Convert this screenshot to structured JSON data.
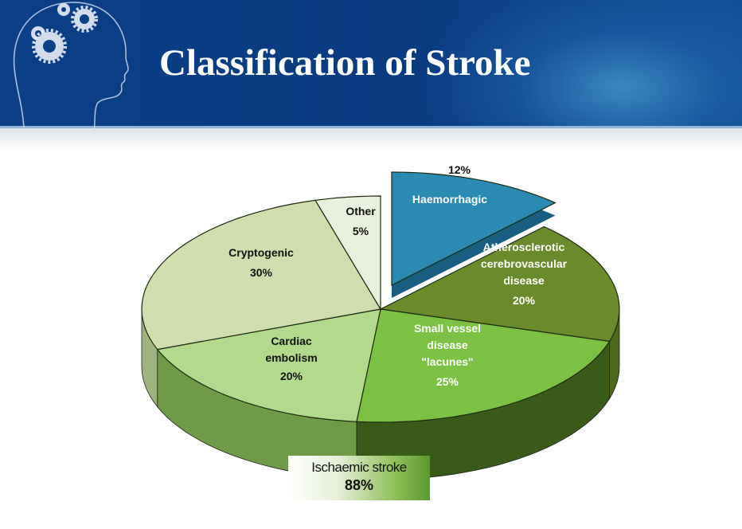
{
  "slide": {
    "title": "Classification of Stroke"
  },
  "chart_data": {
    "type": "pie",
    "style": "3d-exploded",
    "title": "Classification of Stroke",
    "slices": [
      {
        "name": "Haemorrhagic",
        "value": 12,
        "label": "12%",
        "color": "#2b8ab2",
        "side": "#195e80",
        "exploded": true
      },
      {
        "name": "Atherosclerotic\ncerebrovascular\ndisease",
        "value": 20,
        "parent": "Ischaemic stroke",
        "label": "20%",
        "color": "#6a8a2c",
        "side": "#4d6a1c"
      },
      {
        "name": "Small vessel\ndisease\n\"lacunes\"",
        "value": 25,
        "parent": "Ischaemic stroke",
        "label": "25%",
        "color": "#7cc044",
        "side": "#3a5a1a"
      },
      {
        "name": "Cardiac\nembolism",
        "value": 20,
        "parent": "Ischaemic stroke",
        "label": "20%",
        "color": "#b2d98c",
        "side": "#6f9a48"
      },
      {
        "name": "Cryptogenic",
        "value": 30,
        "parent": "Ischaemic stroke",
        "label": "30%",
        "color": "#d0ddaf",
        "side": "#9fb37e"
      },
      {
        "name": "Other",
        "value": 5,
        "parent": "Ischaemic stroke",
        "label": "5%",
        "color": "#eaf0de",
        "side": "#c5cfb2"
      }
    ],
    "group": {
      "name": "Ischaemic stroke",
      "value": 88,
      "label": "88%"
    },
    "legend": "bottom-center"
  }
}
